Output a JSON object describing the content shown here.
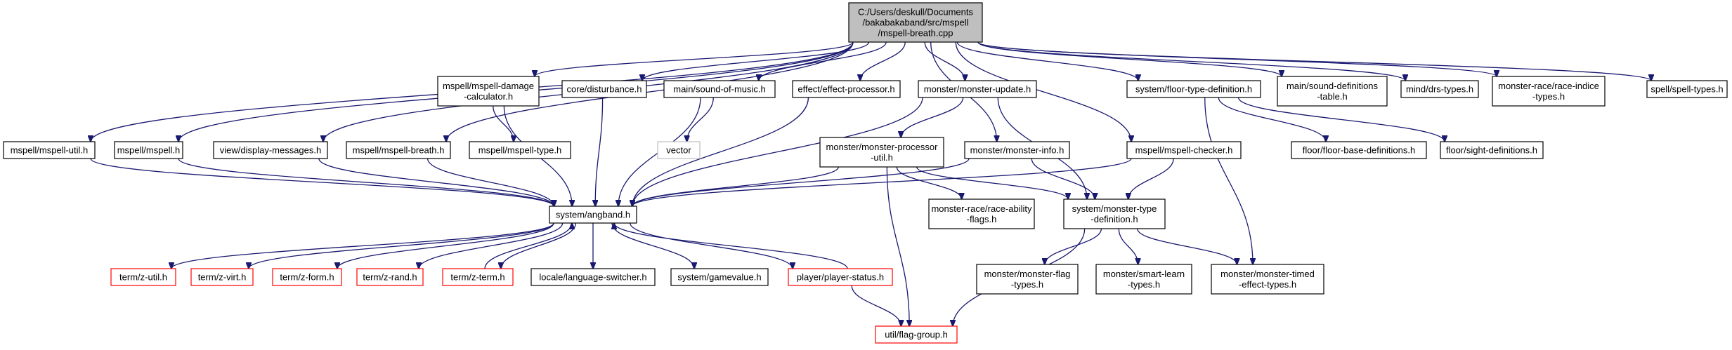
{
  "nodes": [
    {
      "id": "root",
      "lines": [
        "C:/Users/deskull/Documents",
        "/bakabakaband/src/mspell",
        "/mspell-breath.cpp"
      ],
      "style": "root"
    },
    {
      "id": "mspell_util",
      "lines": [
        "mspell/mspell-util.h"
      ],
      "style": "normal"
    },
    {
      "id": "mspell",
      "lines": [
        "mspell/mspell.h"
      ],
      "style": "normal"
    },
    {
      "id": "display_messages",
      "lines": [
        "view/display-messages.h"
      ],
      "style": "normal"
    },
    {
      "id": "mspell_breath",
      "lines": [
        "mspell/mspell-breath.h"
      ],
      "style": "normal"
    },
    {
      "id": "damage_calc",
      "lines": [
        "mspell/mspell-damage",
        "-calculator.h"
      ],
      "style": "normal"
    },
    {
      "id": "mspell_type",
      "lines": [
        "mspell/mspell-type.h"
      ],
      "style": "normal"
    },
    {
      "id": "disturbance",
      "lines": [
        "core/disturbance.h"
      ],
      "style": "normal"
    },
    {
      "id": "sound_music",
      "lines": [
        "main/sound-of-music.h"
      ],
      "style": "normal"
    },
    {
      "id": "vector",
      "lines": [
        "vector"
      ],
      "style": "external"
    },
    {
      "id": "effect_proc",
      "lines": [
        "effect/effect-processor.h"
      ],
      "style": "normal"
    },
    {
      "id": "mon_update",
      "lines": [
        "monster/monster-update.h"
      ],
      "style": "normal"
    },
    {
      "id": "mon_proc_util",
      "lines": [
        "monster/monster-processor",
        "-util.h"
      ],
      "style": "normal"
    },
    {
      "id": "mon_info",
      "lines": [
        "monster/monster-info.h"
      ],
      "style": "normal"
    },
    {
      "id": "mspell_checker",
      "lines": [
        "mspell/mspell-checker.h"
      ],
      "style": "normal"
    },
    {
      "id": "floor_type_def",
      "lines": [
        "system/floor-type-definition.h"
      ],
      "style": "normal"
    },
    {
      "id": "floor_base_def",
      "lines": [
        "floor/floor-base-definitions.h"
      ],
      "style": "normal"
    },
    {
      "id": "sight_def",
      "lines": [
        "floor/sight-definitions.h"
      ],
      "style": "normal"
    },
    {
      "id": "sound_def_table",
      "lines": [
        "main/sound-definitions",
        "-table.h"
      ],
      "style": "normal"
    },
    {
      "id": "drs_types",
      "lines": [
        "mind/drs-types.h"
      ],
      "style": "normal"
    },
    {
      "id": "race_indice",
      "lines": [
        "monster-race/race-indice",
        "-types.h"
      ],
      "style": "normal"
    },
    {
      "id": "spell_types",
      "lines": [
        "spell/spell-types.h"
      ],
      "style": "normal"
    },
    {
      "id": "angband",
      "lines": [
        "system/angband.h"
      ],
      "style": "normal"
    },
    {
      "id": "race_ability",
      "lines": [
        "monster-race/race-ability",
        "-flags.h"
      ],
      "style": "normal"
    },
    {
      "id": "mon_type_def",
      "lines": [
        "system/monster-type",
        "-definition.h"
      ],
      "style": "normal"
    },
    {
      "id": "z_util",
      "lines": [
        "term/z-util.h"
      ],
      "style": "truncated"
    },
    {
      "id": "z_virt",
      "lines": [
        "term/z-virt.h"
      ],
      "style": "truncated"
    },
    {
      "id": "z_form",
      "lines": [
        "term/z-form.h"
      ],
      "style": "truncated"
    },
    {
      "id": "z_rand",
      "lines": [
        "term/z-rand.h"
      ],
      "style": "truncated"
    },
    {
      "id": "z_term",
      "lines": [
        "term/z-term.h"
      ],
      "style": "truncated"
    },
    {
      "id": "lang_switcher",
      "lines": [
        "locale/language-switcher.h"
      ],
      "style": "normal"
    },
    {
      "id": "gamevalue",
      "lines": [
        "system/gamevalue.h"
      ],
      "style": "normal"
    },
    {
      "id": "player_status",
      "lines": [
        "player/player-status.h"
      ],
      "style": "truncated"
    },
    {
      "id": "mon_flag_types",
      "lines": [
        "monster/monster-flag",
        "-types.h"
      ],
      "style": "normal"
    },
    {
      "id": "smart_learn",
      "lines": [
        "monster/smart-learn",
        "-types.h"
      ],
      "style": "normal"
    },
    {
      "id": "timed_effect",
      "lines": [
        "monster/monster-timed",
        "-effect-types.h"
      ],
      "style": "normal"
    },
    {
      "id": "flag_group",
      "lines": [
        "util/flag-group.h"
      ],
      "style": "truncated"
    }
  ],
  "edges": [
    [
      "root",
      "mspell_util"
    ],
    [
      "root",
      "mspell"
    ],
    [
      "root",
      "display_messages"
    ],
    [
      "root",
      "mspell_breath"
    ],
    [
      "root",
      "damage_calc"
    ],
    [
      "root",
      "disturbance"
    ],
    [
      "root",
      "sound_music"
    ],
    [
      "root",
      "effect_proc"
    ],
    [
      "root",
      "mon_update"
    ],
    [
      "root",
      "mon_info"
    ],
    [
      "root",
      "mspell_checker"
    ],
    [
      "root",
      "floor_type_def"
    ],
    [
      "root",
      "sound_def_table"
    ],
    [
      "root",
      "drs_types"
    ],
    [
      "root",
      "race_indice"
    ],
    [
      "root",
      "spell_types"
    ],
    [
      "mspell_util",
      "angband"
    ],
    [
      "mspell",
      "angband"
    ],
    [
      "display_messages",
      "angband"
    ],
    [
      "mspell_breath",
      "angband"
    ],
    [
      "damage_calc",
      "angband"
    ],
    [
      "damage_calc",
      "mspell_type"
    ],
    [
      "disturbance",
      "angband"
    ],
    [
      "sound_music",
      "vector"
    ],
    [
      "sound_music",
      "angband"
    ],
    [
      "effect_proc",
      "angband"
    ],
    [
      "mon_update",
      "angband"
    ],
    [
      "mon_update",
      "mon_proc_util"
    ],
    [
      "mon_update",
      "mon_type_def"
    ],
    [
      "mon_proc_util",
      "angband"
    ],
    [
      "mon_proc_util",
      "race_ability"
    ],
    [
      "mon_proc_util",
      "mon_type_def"
    ],
    [
      "mon_proc_util",
      "flag_group"
    ],
    [
      "mon_info",
      "angband"
    ],
    [
      "mon_info",
      "mon_type_def"
    ],
    [
      "mspell_checker",
      "angband"
    ],
    [
      "mspell_checker",
      "mon_type_def"
    ],
    [
      "floor_type_def",
      "floor_base_def"
    ],
    [
      "floor_type_def",
      "sight_def"
    ],
    [
      "floor_type_def",
      "timed_effect"
    ],
    [
      "angband",
      "z_util"
    ],
    [
      "angband",
      "z_virt"
    ],
    [
      "angband",
      "z_form"
    ],
    [
      "angband",
      "z_rand"
    ],
    [
      "angband",
      "z_term"
    ],
    [
      "angband",
      "lang_switcher"
    ],
    [
      "angband",
      "gamevalue"
    ],
    [
      "angband",
      "player_status"
    ],
    [
      "z_term",
      "angband"
    ],
    [
      "player_status",
      "angband"
    ],
    [
      "player_status",
      "flag_group"
    ],
    [
      "mon_type_def",
      "mon_flag_types"
    ],
    [
      "mon_type_def",
      "smart_learn"
    ],
    [
      "mon_type_def",
      "timed_effect"
    ],
    [
      "mon_type_def",
      "flag_group"
    ]
  ],
  "colors": {
    "edge": "#191970",
    "root_fill": "#bfbfbf",
    "root_stroke": "#000000",
    "normal_stroke": "#000000",
    "truncated_stroke": "#ff0000",
    "external_stroke": "#bfbfbf",
    "box_fill": "#ffffff"
  }
}
